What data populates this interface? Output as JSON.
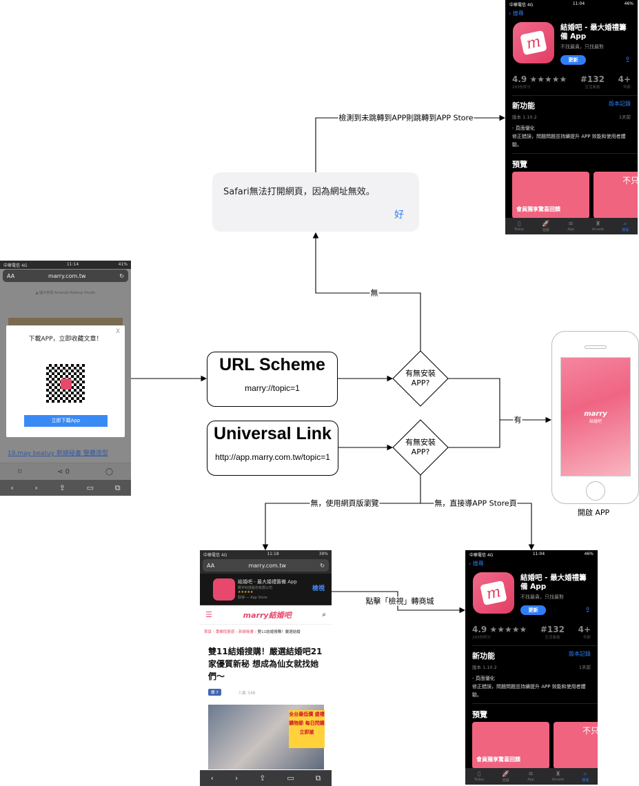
{
  "flow": {
    "url_scheme": {
      "title": "URL Scheme",
      "example": "marry://topic=1"
    },
    "universal_link": {
      "title": "Universal Link",
      "example": "http://app.marry.com.tw/topic=1"
    },
    "decision": "有無安裝\nAPP?",
    "decision_line1": "有無安裝",
    "decision_line2": "APP?",
    "edge_none": "無",
    "edge_yes": "有",
    "edge_detect": "檢測到未跳轉到APP則跳轉到APP Store",
    "edge_web": "無，使用網頁版瀏覽",
    "edge_store": "無，直接導APP Store頁",
    "edge_click": "點擊「檢視」轉商城",
    "open_app": "開啟 APP"
  },
  "safari_alert": {
    "message": "Safari無法打開網頁，因為網址無效。",
    "ok": "好"
  },
  "left_screen": {
    "carrier": "中華電信 4G",
    "time": "11:14",
    "battery": "41%",
    "text_size": "AA",
    "url": "marry.com.tw",
    "caption": "▲ 圖片來源  Amanda Makeup Studio",
    "modal_title": "下載APP，立即收藏文章！",
    "close": "X",
    "download_button": "立即下載App",
    "link": "18.may beatuy 新娘秘書 整體造型",
    "share_count": "0"
  },
  "bottom_web_screen": {
    "carrier": "中華電信 4G",
    "time": "11:18",
    "battery": "39%",
    "text_size": "AA",
    "url": "marry.com.tw",
    "banner_name": "結婚吧 - 最大婚禮籌備 App",
    "banner_company": "數字科技股份有限公司",
    "banner_stars": "★★★★★",
    "banner_get": "取得 — App Store",
    "banner_view": "檢視",
    "logo": "marry結婚吧",
    "breadcrumb": [
      "首頁",
      "專欄找靈感",
      "新娘秘書",
      "雙11結婚搜購！嚴選結婚"
    ],
    "article_title": "雙11結婚搜購！嚴選結婚吧21家優質新秘 想成為仙女就找她們～",
    "like": "讚 7",
    "popularity": "人氣 348",
    "promo": "全台最低價 盛禮購物節 每日閃購 立即搶"
  },
  "appstore_top": {
    "carrier": "中華電信 4G",
    "time": "11:04",
    "battery": "46%",
    "back": "搜尋",
    "app_name": "結婚吧 - 最大婚禮籌備 App",
    "subtitle": "不找最貴，只找最對",
    "update": "更新",
    "rating": "4.9 ★★★★★",
    "rating_count": "283份評分",
    "rank": "#132",
    "rank_cat": "生活風格",
    "age": "4+",
    "age_label": "年齡",
    "whats_new": "新功能",
    "version_history": "版本記錄",
    "version": "版本 1.10.2",
    "ago": "1天前",
    "notes": "- 頁面優化\n修正錯誤，問題問題並持續提升 APP 效能和使用者體驗。",
    "preview": "預覽",
    "card1": "會員獨享驚喜回饋",
    "card2": "不只",
    "tabs": [
      "Today",
      "遊戲",
      "App",
      "Arcade",
      "搜尋"
    ]
  },
  "appstore_bottom": {
    "carrier": "中華電信 4G",
    "time": "11:04",
    "battery": "46%",
    "back": "搜尋",
    "app_name": "結婚吧 - 最大婚禮籌備 App",
    "subtitle": "不找最貴，只找最對",
    "update": "更新",
    "rating": "4.9 ★★★★★",
    "rating_count": "283份評分",
    "rank": "#132",
    "rank_cat": "生活風格",
    "age": "4+",
    "age_label": "年齡",
    "whats_new": "新功能",
    "version_history": "版本記錄",
    "version": "版本 1.10.2",
    "ago": "1天前",
    "notes": "- 頁面優化\n修正錯誤，問題問題並持續提升 APP 效能和使用者體驗。",
    "preview": "預覽",
    "card1": "會員獨享驚喜回饋",
    "card2": "不只",
    "tabs": [
      "Today",
      "遊戲",
      "App",
      "Arcade",
      "搜尋"
    ]
  },
  "phone_logo": "marry",
  "phone_logo_sub": "結婚吧",
  "colors": {
    "ios_blue": "#2f7ef6",
    "brand_pink": "#e8486c"
  }
}
